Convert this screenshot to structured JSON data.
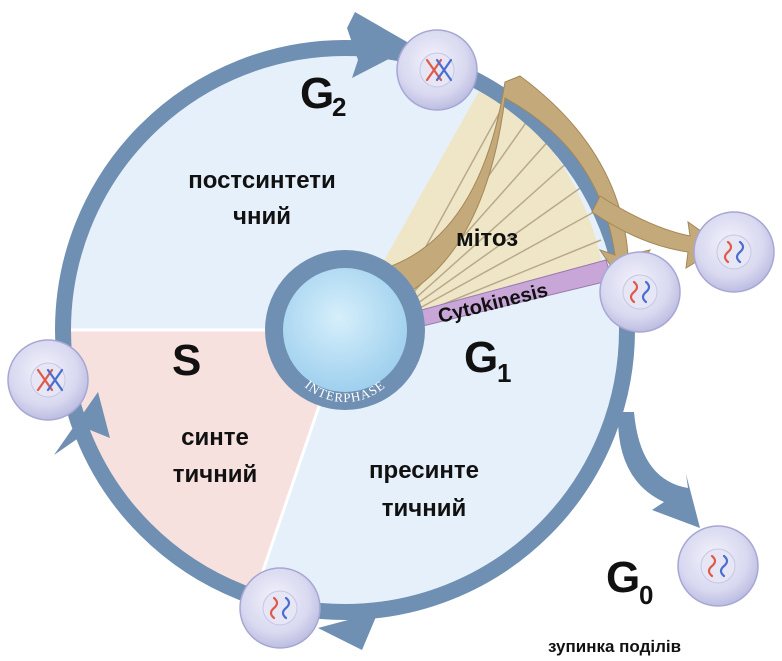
{
  "phases": {
    "g2": {
      "symbol": "G",
      "subscript": "2",
      "line1": "постсинтети",
      "line2": "чний"
    },
    "g1": {
      "symbol": "G",
      "subscript": "1",
      "line1": "пресинте",
      "line2": "тичний"
    },
    "s": {
      "symbol": "S",
      "line1": "синте",
      "line2": "тичний"
    },
    "g0": {
      "symbol": "G",
      "subscript": "0",
      "caption": "зупинка поділів"
    }
  },
  "mitosis_label": "мітоз",
  "cytokinesis_label": "Cytokinesis",
  "center_label": "INTERPHASE",
  "colors": {
    "ring": "#6f8fb3",
    "g_fill": "#e6f0fa",
    "s_fill": "#f6e1df",
    "mitosis_fill": "#efe6c8",
    "mitosis_arrow": "#c4a97a",
    "cytokinesis": "#c8a6d8",
    "center": "#bfe3f6",
    "cell": "#dcdcf2"
  },
  "icons": [
    "cell-icon",
    "chromosome-icon",
    "arrow-icon"
  ]
}
